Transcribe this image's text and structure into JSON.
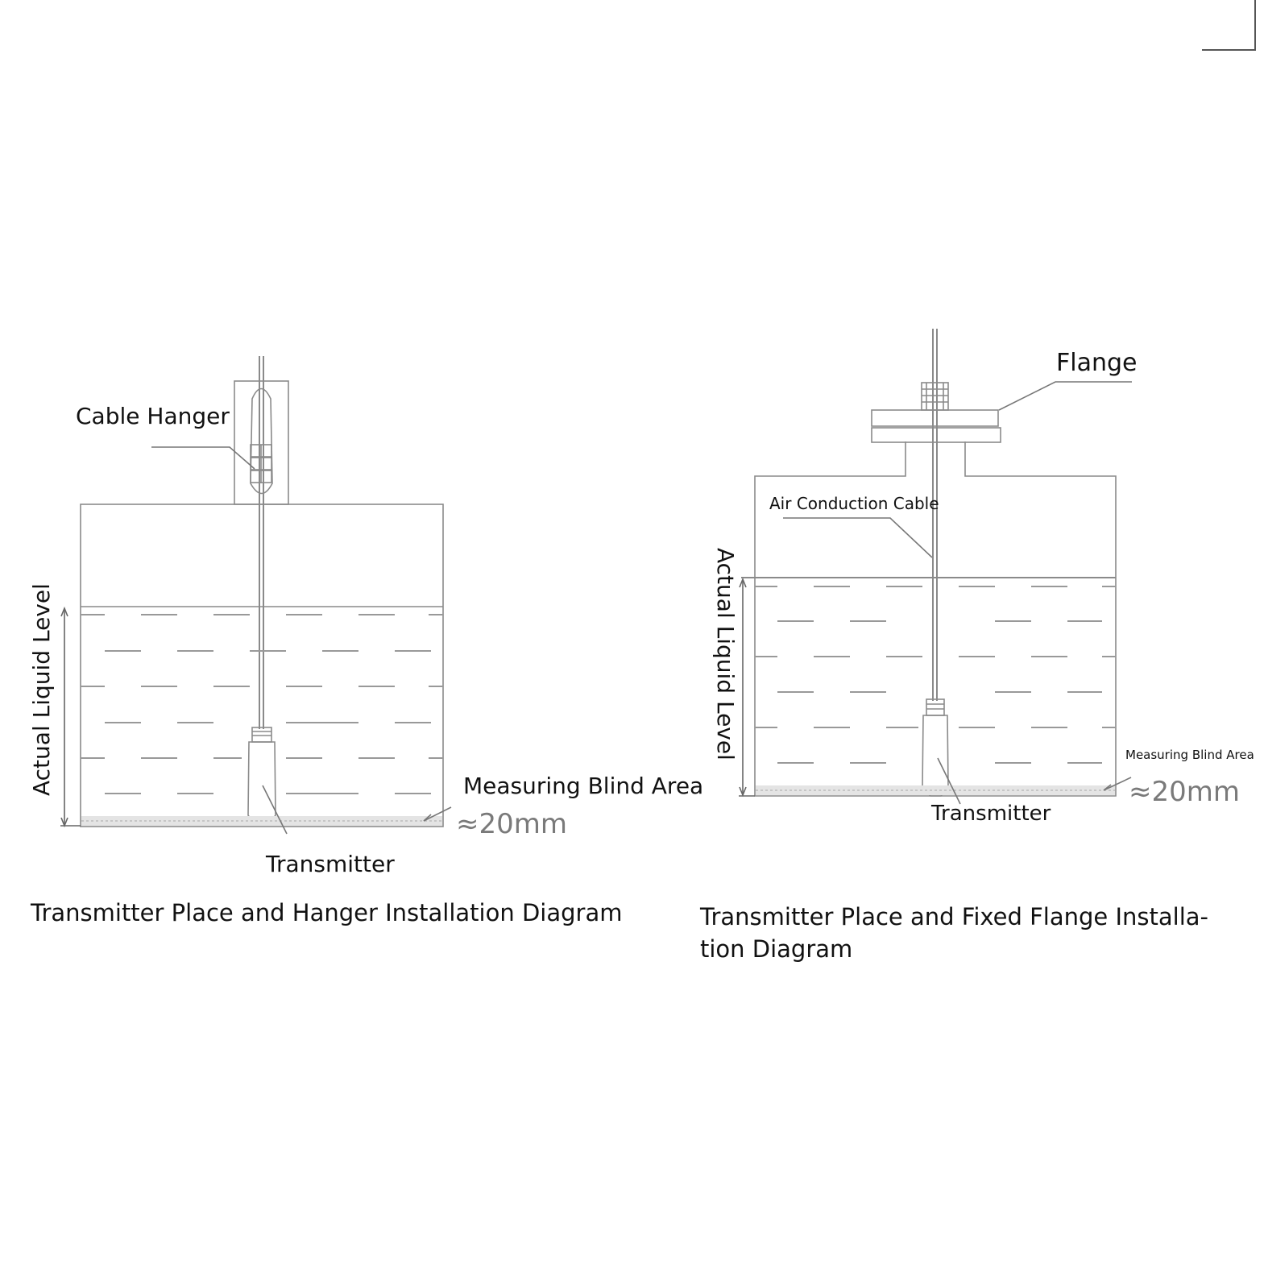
{
  "left_diagram": {
    "cable_hanger_label": "Cable Hanger",
    "actual_level_label": "Actual Liquid Level",
    "blind_area_label": "Measuring Blind Area",
    "blind_area_value": "≈20mm",
    "transmitter_label": "Transmitter",
    "caption": "Transmitter Place and Hanger Installation Diagram"
  },
  "right_diagram": {
    "flange_label": "Flange",
    "air_cable_label": "Air Conduction Cable",
    "actual_level_label": "Actual Liquid Level",
    "blind_area_label": "Measuring Blind Area",
    "blind_area_value": "≈20mm",
    "transmitter_label": "Transmitter",
    "caption_line1": "Transmitter Place and Fixed Flange Installa-",
    "caption_line2": "tion Diagram"
  },
  "colors": {
    "line": "#8a8a8a",
    "text": "#111111",
    "muted": "#7a7a7a"
  }
}
